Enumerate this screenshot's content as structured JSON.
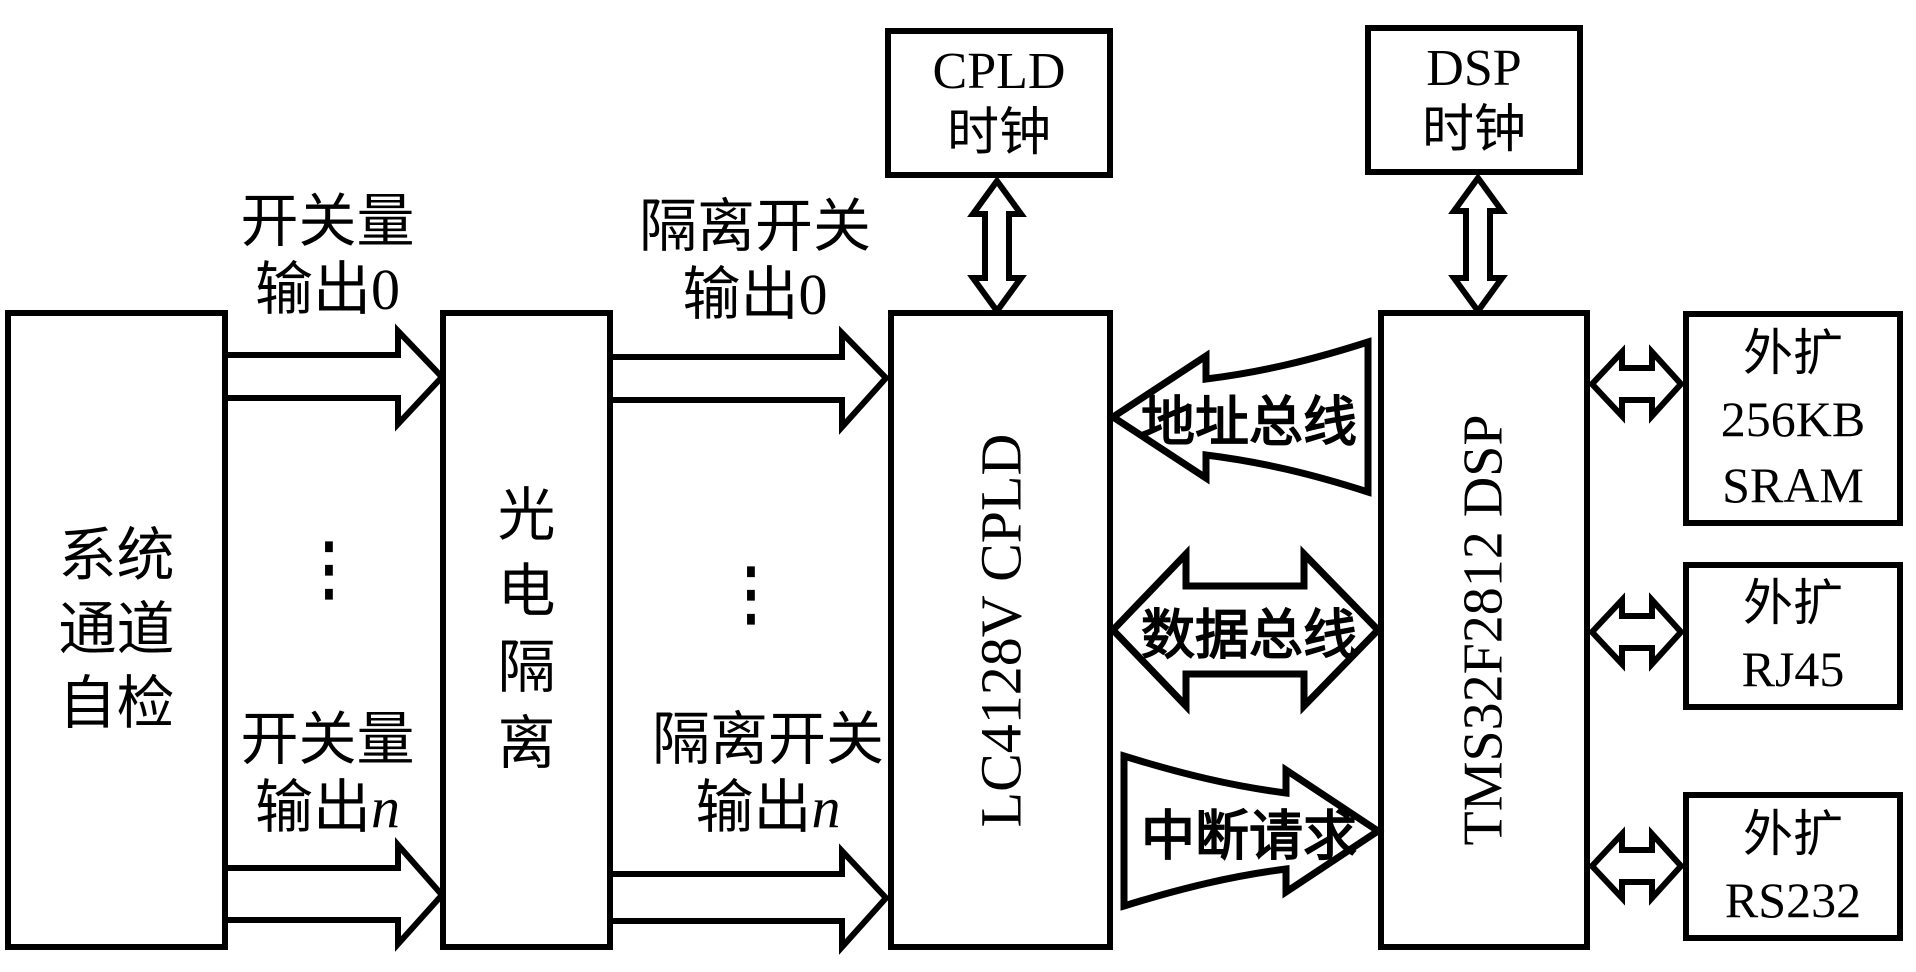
{
  "diagram": {
    "background": "#ffffff",
    "line_color": "#000000"
  },
  "blocks": {
    "system_self_check": {
      "lines": [
        "系统",
        "通道",
        "自检"
      ]
    },
    "opto_isolation": {
      "lines": [
        "光",
        "电",
        "隔",
        "离"
      ]
    },
    "cpld_clock": {
      "lines": [
        "CPLD",
        "时钟"
      ]
    },
    "cpld": {
      "label": "LC4128V CPLD"
    },
    "dsp_clock": {
      "lines": [
        "DSP",
        "时钟"
      ]
    },
    "dsp": {
      "label": "TMS32F2812 DSP"
    },
    "sram": {
      "lines": [
        "外扩",
        "256KB",
        "SRAM"
      ]
    },
    "rj45": {
      "lines": [
        "外扩",
        "RJ45"
      ]
    },
    "rs232": {
      "lines": [
        "外扩",
        "RS232"
      ]
    }
  },
  "labels": {
    "switch_out_0": {
      "line1": "开关量",
      "line2": "输出0"
    },
    "iso_out_0": {
      "line1": "隔离开关",
      "line2": "输出0"
    },
    "switch_out_n": {
      "line1": "开关量",
      "line2_prefix": "输出",
      "line2_var": "n"
    },
    "iso_out_n": {
      "line1": "隔离开关",
      "line2_prefix": "输出",
      "line2_var": "n"
    },
    "address_bus": "地址总线",
    "data_bus": "数据总线",
    "interrupt_request": "中断请求",
    "ellipsis": "⋮"
  }
}
